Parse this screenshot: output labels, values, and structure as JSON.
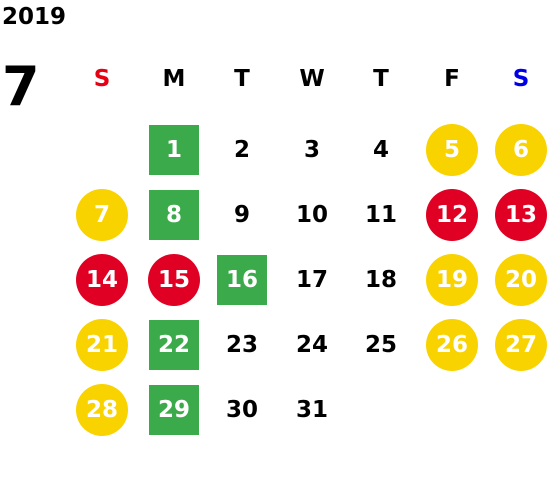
{
  "calendar": {
    "year": "2019",
    "month": "7",
    "weekdays": [
      {
        "label": "S",
        "color": "#e60012"
      },
      {
        "label": "M",
        "color": "#000000"
      },
      {
        "label": "T",
        "color": "#000000"
      },
      {
        "label": "W",
        "color": "#000000"
      },
      {
        "label": "T",
        "color": "#000000"
      },
      {
        "label": "F",
        "color": "#000000"
      },
      {
        "label": "S",
        "color": "#0000e6"
      }
    ],
    "days": [
      {
        "day": "1",
        "col": 1,
        "row": 0,
        "style": "green"
      },
      {
        "day": "2",
        "col": 2,
        "row": 0,
        "style": "plain"
      },
      {
        "day": "3",
        "col": 3,
        "row": 0,
        "style": "plain"
      },
      {
        "day": "4",
        "col": 4,
        "row": 0,
        "style": "plain"
      },
      {
        "day": "5",
        "col": 5,
        "row": 0,
        "style": "yellow"
      },
      {
        "day": "6",
        "col": 6,
        "row": 0,
        "style": "yellow"
      },
      {
        "day": "7",
        "col": 0,
        "row": 1,
        "style": "yellow"
      },
      {
        "day": "8",
        "col": 1,
        "row": 1,
        "style": "green"
      },
      {
        "day": "9",
        "col": 2,
        "row": 1,
        "style": "plain"
      },
      {
        "day": "10",
        "col": 3,
        "row": 1,
        "style": "plain"
      },
      {
        "day": "11",
        "col": 4,
        "row": 1,
        "style": "plain"
      },
      {
        "day": "12",
        "col": 5,
        "row": 1,
        "style": "red"
      },
      {
        "day": "13",
        "col": 6,
        "row": 1,
        "style": "red"
      },
      {
        "day": "14",
        "col": 0,
        "row": 2,
        "style": "red"
      },
      {
        "day": "15",
        "col": 1,
        "row": 2,
        "style": "red"
      },
      {
        "day": "16",
        "col": 2,
        "row": 2,
        "style": "green"
      },
      {
        "day": "17",
        "col": 3,
        "row": 2,
        "style": "plain"
      },
      {
        "day": "18",
        "col": 4,
        "row": 2,
        "style": "plain"
      },
      {
        "day": "19",
        "col": 5,
        "row": 2,
        "style": "yellow"
      },
      {
        "day": "20",
        "col": 6,
        "row": 2,
        "style": "yellow"
      },
      {
        "day": "21",
        "col": 0,
        "row": 3,
        "style": "yellow"
      },
      {
        "day": "22",
        "col": 1,
        "row": 3,
        "style": "green"
      },
      {
        "day": "23",
        "col": 2,
        "row": 3,
        "style": "plain"
      },
      {
        "day": "24",
        "col": 3,
        "row": 3,
        "style": "plain"
      },
      {
        "day": "25",
        "col": 4,
        "row": 3,
        "style": "plain"
      },
      {
        "day": "26",
        "col": 5,
        "row": 3,
        "style": "yellow"
      },
      {
        "day": "27",
        "col": 6,
        "row": 3,
        "style": "yellow"
      },
      {
        "day": "28",
        "col": 0,
        "row": 4,
        "style": "yellow"
      },
      {
        "day": "29",
        "col": 1,
        "row": 4,
        "style": "green"
      },
      {
        "day": "30",
        "col": 2,
        "row": 4,
        "style": "plain"
      },
      {
        "day": "31",
        "col": 3,
        "row": 4,
        "style": "plain"
      }
    ]
  }
}
